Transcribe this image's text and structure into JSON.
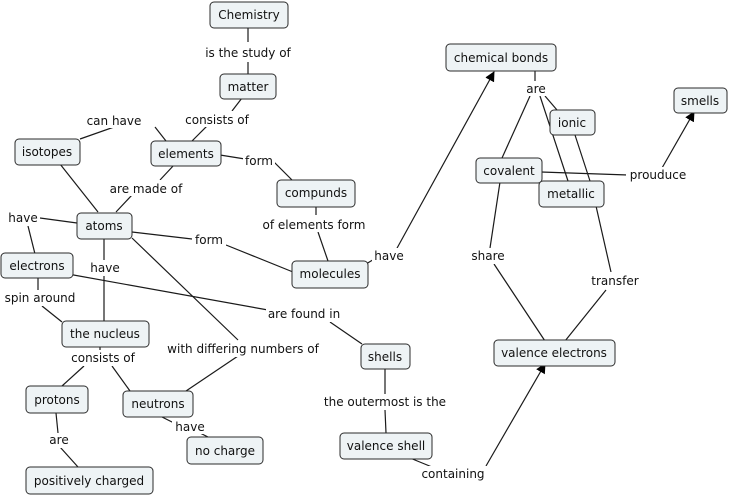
{
  "nodes": {
    "chemistry": "Chemistry",
    "matter": "matter",
    "elements": "elements",
    "isotopes": "isotopes",
    "compunds": "compunds",
    "atoms": "atoms",
    "electrons": "electrons",
    "molecules": "molecules",
    "nucleus": "the nucleus",
    "shells": "shells",
    "protons": "protons",
    "neutrons": "neutrons",
    "positively_charged": "positively charged",
    "no_charge": "no charge",
    "valence_shell": "valence shell",
    "chemical_bonds": "chemical bonds",
    "ionic": "ionic",
    "covalent": "covalent",
    "metallic": "metallic",
    "smells": "smells",
    "valence_electrons": "valence electrons"
  },
  "links": {
    "is_the_study_of": "is the study of",
    "consists_of_1": "consists of",
    "can_have": "can have",
    "form_1": "form",
    "are_made_of": "are made of",
    "of_elements_form": "of elements form",
    "have_1": "have",
    "have_2": "have",
    "form_2": "form",
    "have_3": "have",
    "spin_around": "spin around",
    "are_found_in": "are found in",
    "consists_of_2": "consists of",
    "with_differing_numbers_of": "with differing numbers of",
    "are_1": "are",
    "have_4": "have",
    "the_outermost_is_the": "the outermost is the",
    "containing": "containing",
    "are_2": "are",
    "prouduce": "prouduce",
    "share": "share",
    "transfer": "transfer"
  }
}
